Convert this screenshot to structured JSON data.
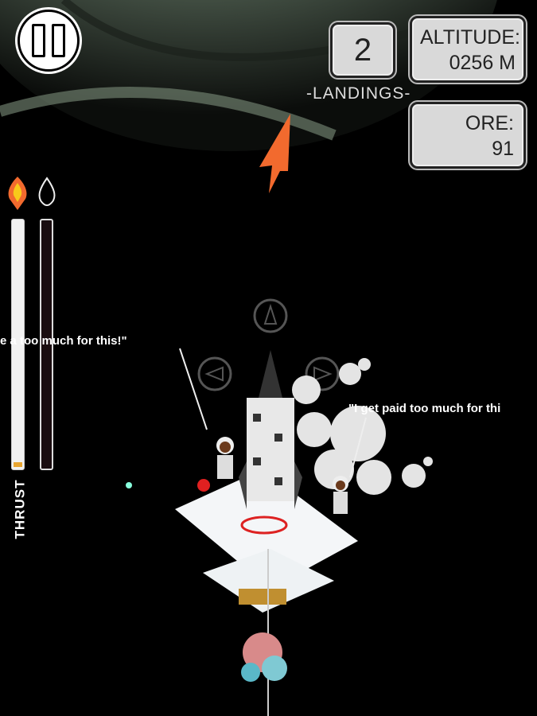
{
  "hud": {
    "landings_value": "2",
    "landings_label": "-LANDINGS-",
    "altitude_label": "ALTITUDE:",
    "altitude_value": "0256 M",
    "ore_label": "ORE:",
    "ore_value": "91",
    "thrust_label": "THRUST",
    "thrust_level_percent": 2,
    "fuel_level_percent": 100,
    "second_gauge_level_percent": 0
  },
  "speech": {
    "left": "e a    too much for this!\"",
    "right": "\"I get paid too much for thi"
  },
  "colors": {
    "accent": "#f26a2e",
    "thrust": "#e8a530",
    "panel": "#d9d9d9"
  }
}
